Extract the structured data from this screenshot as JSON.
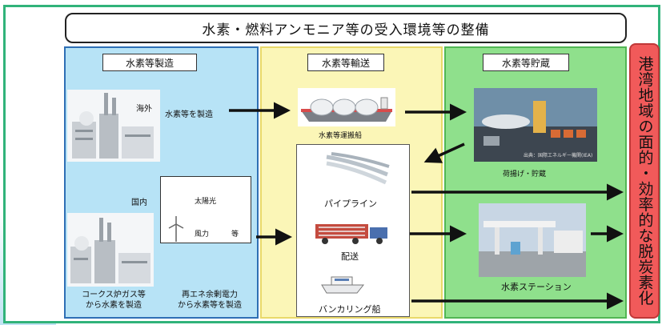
{
  "title": "水素・燃料アンモニア等の受入環境等の整備",
  "columns": {
    "production": "水素等製造",
    "transport": "水素等輸送",
    "storage": "水素等貯蔵"
  },
  "production": {
    "overseas_tag": "海外",
    "overseas_label": "水素等を製造",
    "domestic_tag": "国内",
    "solar_label": "太陽光",
    "wind_label": "風力",
    "etc_label": "等",
    "coke_label": "コークス炉ガス等\nから水素を製造",
    "renew_label": "再エネ余剰電力\nから水素等を製造"
  },
  "transport": {
    "ship_label": "水素等運搬船",
    "pipeline_label": "パイプライン",
    "delivery_label": "配送",
    "bunkering_label": "バンカリング船"
  },
  "storage": {
    "terminal_label": "荷揚げ・貯蔵",
    "photo_credit": "出典：国際エネルギー機関(IEA)",
    "station_label": "水素ステーション"
  },
  "goal_banner": "港湾地域の面的・効率的な脱炭素化"
}
